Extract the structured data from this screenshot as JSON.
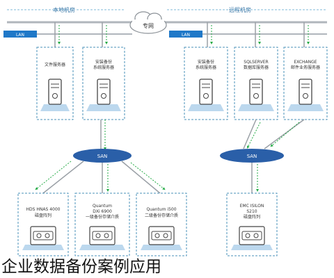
{
  "header": {
    "left_site": "本地机房",
    "right_site": "远程机房",
    "wan": "专网"
  },
  "lan_left": "LAN",
  "lan_right": "LAN",
  "san_left": "SAN",
  "san_right": "SAN",
  "servers_left": [
    {
      "line1": "文件服务器",
      "line2": ""
    },
    {
      "line1": "安装备份",
      "line2": "系统服务器"
    }
  ],
  "servers_right": [
    {
      "line1": "安装备份",
      "line2": "系统服务器"
    },
    {
      "line1": "SQLSERVER",
      "line2": "数据库服务器"
    },
    {
      "line1": "EXCHANGE",
      "line2": "邮件业务服务器"
    }
  ],
  "storage_left": [
    {
      "line1": "HDS HNAS 4000",
      "line2": "磁盘阵列"
    },
    {
      "line1": "Quantum",
      "line2": "DXi 6900",
      "line3": "一级备份存储介质"
    },
    {
      "line1": "Quantum i500",
      "line2": "二级备份存储介质"
    }
  ],
  "storage_right": [
    {
      "line1": "EMC ISILON",
      "line2": "S210",
      "line3": "磁盘阵列"
    }
  ],
  "caption": "企业数据备份案例应用",
  "colors": {
    "line": "#9aa0a6",
    "green": "#22aa44",
    "box_border": "#4a90b8",
    "lan_fill": "#1f78c8",
    "san_fill": "#2a5fa8"
  }
}
